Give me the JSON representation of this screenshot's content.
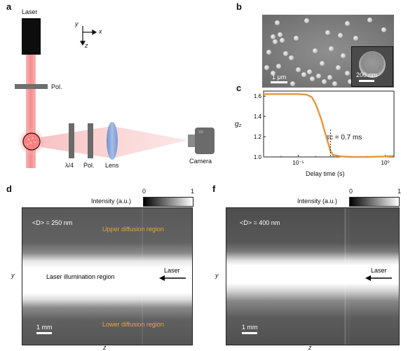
{
  "panels": {
    "a": "a",
    "b": "b",
    "c": "c",
    "d": "d",
    "f": "f"
  },
  "setup": {
    "laser": "Laser",
    "pol_top": "Pol.",
    "quarter_wave": "λ/4",
    "pol_bottom": "Pol.",
    "lens": "Lens",
    "camera": "Camera",
    "axis_y": "y",
    "axis_x": "x",
    "axis_z": "z"
  },
  "sem": {
    "scale_main": "1 μm",
    "scale_inset": "200 nm"
  },
  "chart_data": {
    "type": "line",
    "ylabel": "g₂",
    "xlabel": "Delay time (s)",
    "x_scale": "log",
    "x_ticks": [
      "10⁻⁵",
      "10⁰"
    ],
    "y_ticks": [
      "1.0",
      "1.2",
      "1.4",
      "1.6"
    ],
    "ylim": [
      1.0,
      1.65
    ],
    "annotation": "τc = 0.7 ms",
    "series": [
      {
        "color": "#e8963a",
        "points": [
          [
            1e-07,
            1.62
          ],
          [
            1e-06,
            1.62
          ],
          [
            1e-05,
            1.62
          ],
          [
            3e-05,
            1.615
          ],
          [
            6e-05,
            1.59
          ],
          [
            0.0001,
            1.52
          ],
          [
            0.0002,
            1.38
          ],
          [
            0.0004,
            1.2
          ],
          [
            0.0007,
            1.06
          ],
          [
            0.001,
            1.02
          ],
          [
            0.003,
            1.005
          ],
          [
            0.01,
            1.0
          ],
          [
            0.1,
            1.0
          ],
          [
            1,
            1.005
          ],
          [
            3,
            1.01
          ]
        ]
      }
    ],
    "tau_c": 0.0007,
    "grid": false
  },
  "intensity_maps": [
    {
      "id": "d",
      "title": "Intensity (a.u.)",
      "cbar_min": "0",
      "cbar_max": "1",
      "diameter_label": "<D> = 250 nm",
      "upper_region": "Upper diffusion region",
      "center_region": "Laser illumination region",
      "lower_region": "Lower diffusion region",
      "laser": "Laser",
      "scale": "1 mm",
      "axis_y": "y",
      "axis_z": "z"
    },
    {
      "id": "f",
      "title": "Intensity (a.u.)",
      "cbar_min": "0",
      "cbar_max": "1",
      "diameter_label": "<D> = 400 nm",
      "laser": "Laser",
      "scale": "1 mm",
      "axis_y": "y",
      "axis_z": "z"
    }
  ],
  "colors": {
    "laser_beam": "#f59a9a",
    "curve": "#e8963a",
    "region_text": "#e8a33a",
    "lens": "#8fa7d8"
  }
}
